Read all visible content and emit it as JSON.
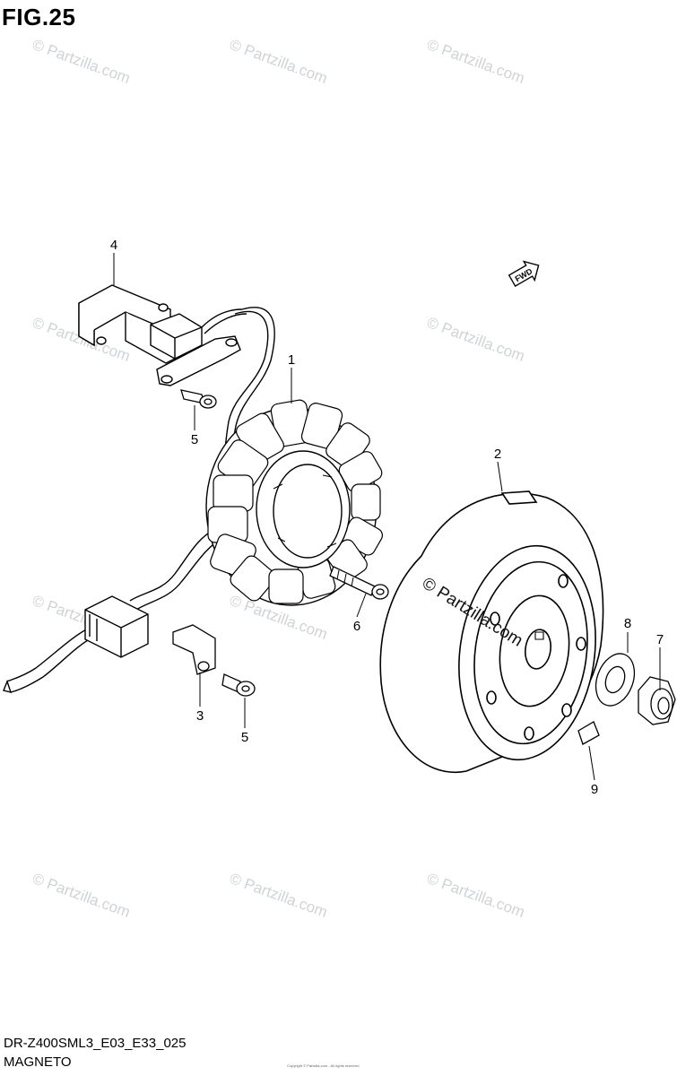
{
  "figure": {
    "title": "FIG.25",
    "model_code": "DR-Z400SML3_E03_E33_025",
    "subtitle": "MAGNETO",
    "fwd_label": "FWD",
    "brand_text": "© Partzilla.com",
    "copyright": "Copyright © Partzilla.com - All rights reserved"
  },
  "watermark": "© Partzilla.com",
  "parts": [
    {
      "ref": "1",
      "name": "stator"
    },
    {
      "ref": "2",
      "name": "rotor"
    },
    {
      "ref": "3",
      "name": "clamp"
    },
    {
      "ref": "4",
      "name": "pickup-bracket"
    },
    {
      "ref": "5",
      "name": "screw"
    },
    {
      "ref": "5",
      "name": "screw"
    },
    {
      "ref": "6",
      "name": "bolt"
    },
    {
      "ref": "7",
      "name": "nut"
    },
    {
      "ref": "8",
      "name": "washer"
    },
    {
      "ref": "9",
      "name": "key"
    }
  ]
}
